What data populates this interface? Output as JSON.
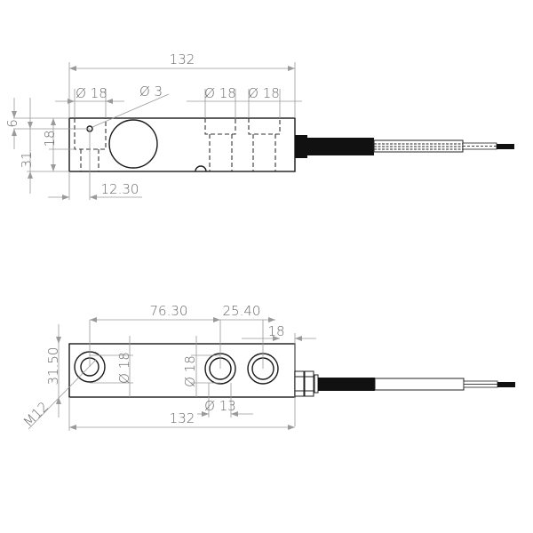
{
  "drawing": {
    "title": "Shear beam load cell dimensional drawing",
    "units": "mm",
    "colors": {
      "outline": "#1a1a1a",
      "dimension": "#9a9a9a",
      "text": "#6a6a6a",
      "cable_jacket": "#111111"
    }
  },
  "top_view": {
    "overall_length": "132",
    "hole_left_dia": "Ø 18",
    "pin_hole_dia": "Ø 3",
    "hole_mid_dia": "Ø 18",
    "hole_right_dia": "Ø 18",
    "dim_6": "6",
    "dim_18": "18",
    "dim_31": "31",
    "dim_12_30": "12.30"
  },
  "bottom_view": {
    "dim_76_30": "76.30",
    "dim_25_40": "25.40",
    "dim_18_top": "18",
    "dim_31_50": "31.50",
    "hole_left_dia": "Ø 18",
    "hole_mid_dia": "Ø 18",
    "hole_inner_dia": "Ø 13",
    "thread": "M12",
    "overall_length": "132"
  }
}
